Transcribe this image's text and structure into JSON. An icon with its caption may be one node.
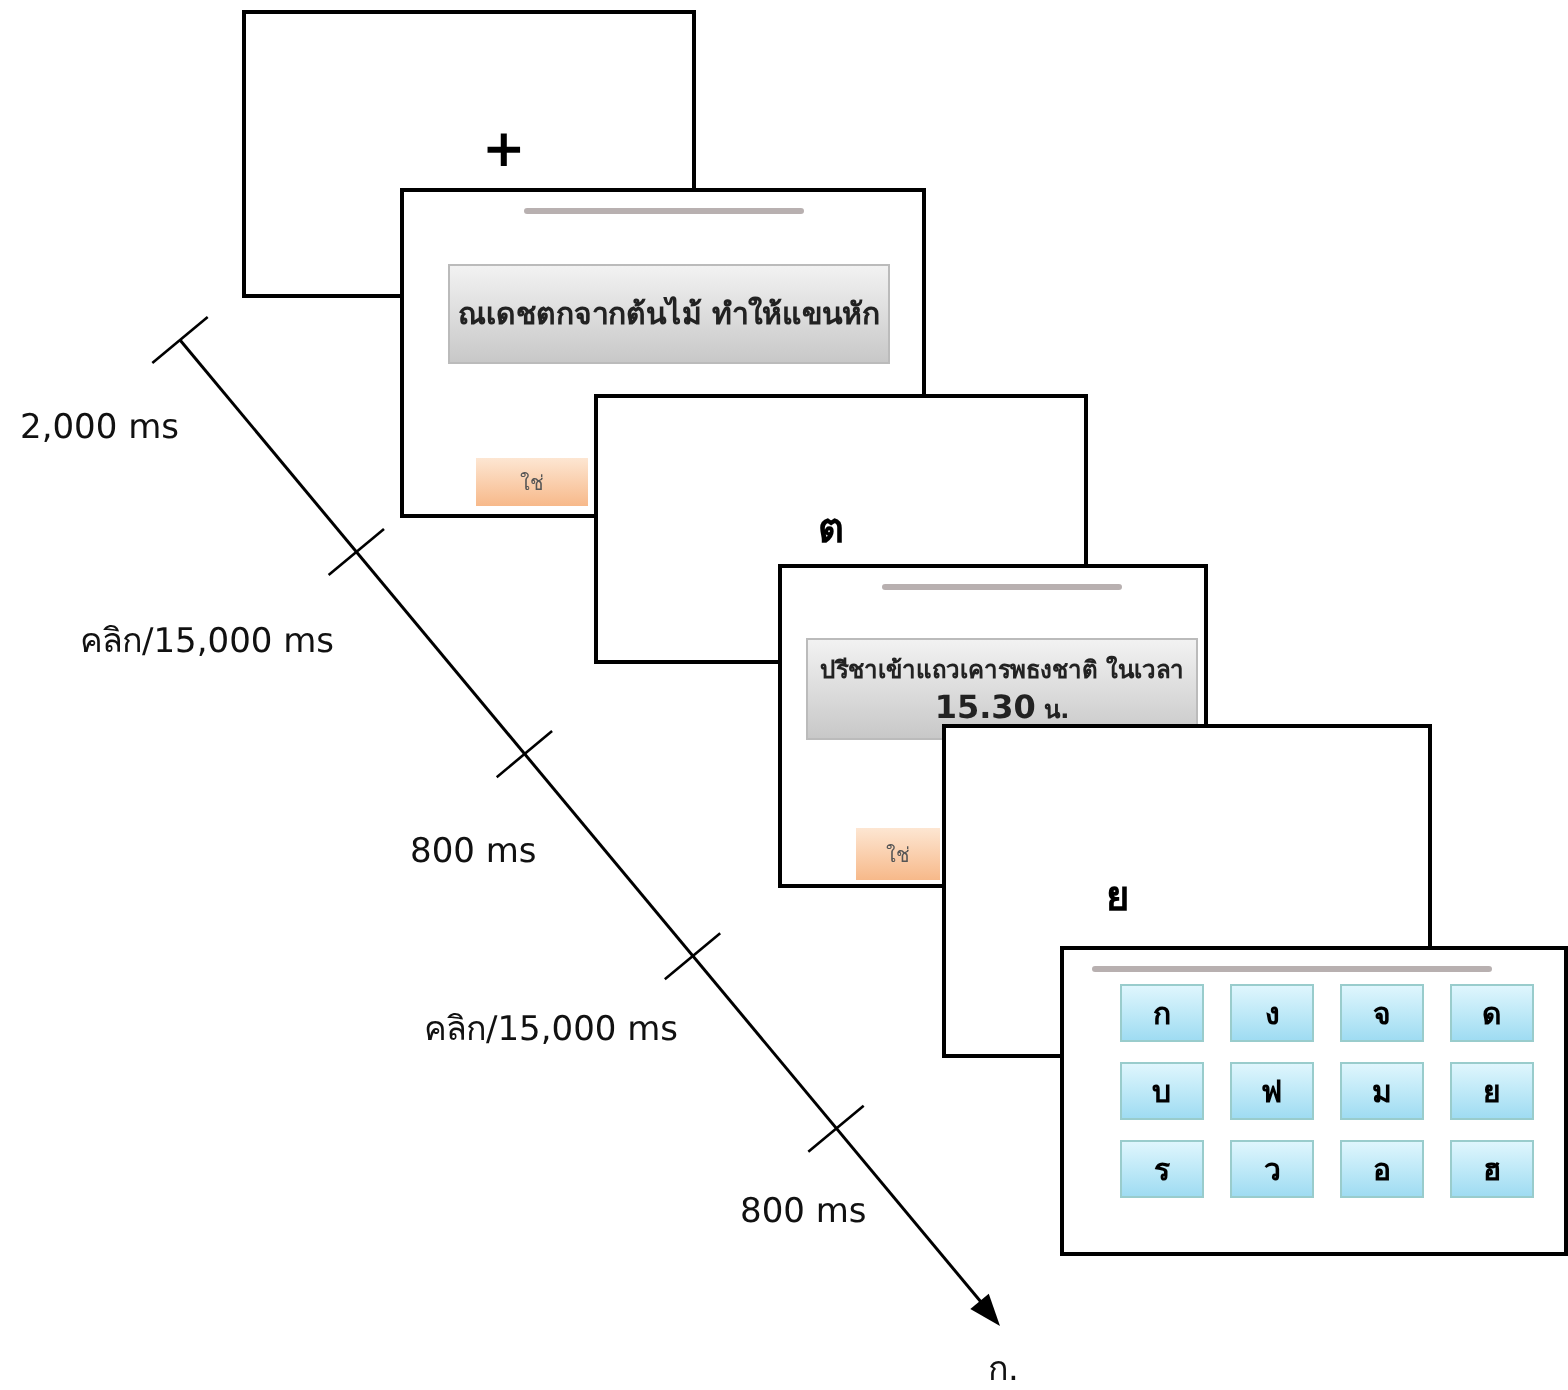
{
  "diagram": {
    "nodes": [
      {
        "text": [
          "+"
        ]
      },
      {
        "text": [
          "ณเดชตกจากต้นไม้ ทำให้แขนหัก",
          "ใช่"
        ]
      },
      {
        "text": [
          "ต"
        ]
      },
      {
        "text": [
          "ปรีชาเข้าแถวเคารพธงชาติ ในเวลา **15.30** น.",
          "ใช่"
        ]
      },
      {
        "text": [
          "ย"
        ]
      },
      {
        "text": [
          "ก",
          "ง",
          "จ",
          "ด",
          "บ",
          "ฟ",
          "ม",
          "ย",
          "ร",
          "ว",
          "อ",
          "ฮ"
        ]
      }
    ],
    "labels": [
      "2,000 ms",
      "คลิก/15,000 ms",
      "800 ms",
      "คลิก/15,000 ms",
      "800 ms",
      "ก."
    ]
  }
}
